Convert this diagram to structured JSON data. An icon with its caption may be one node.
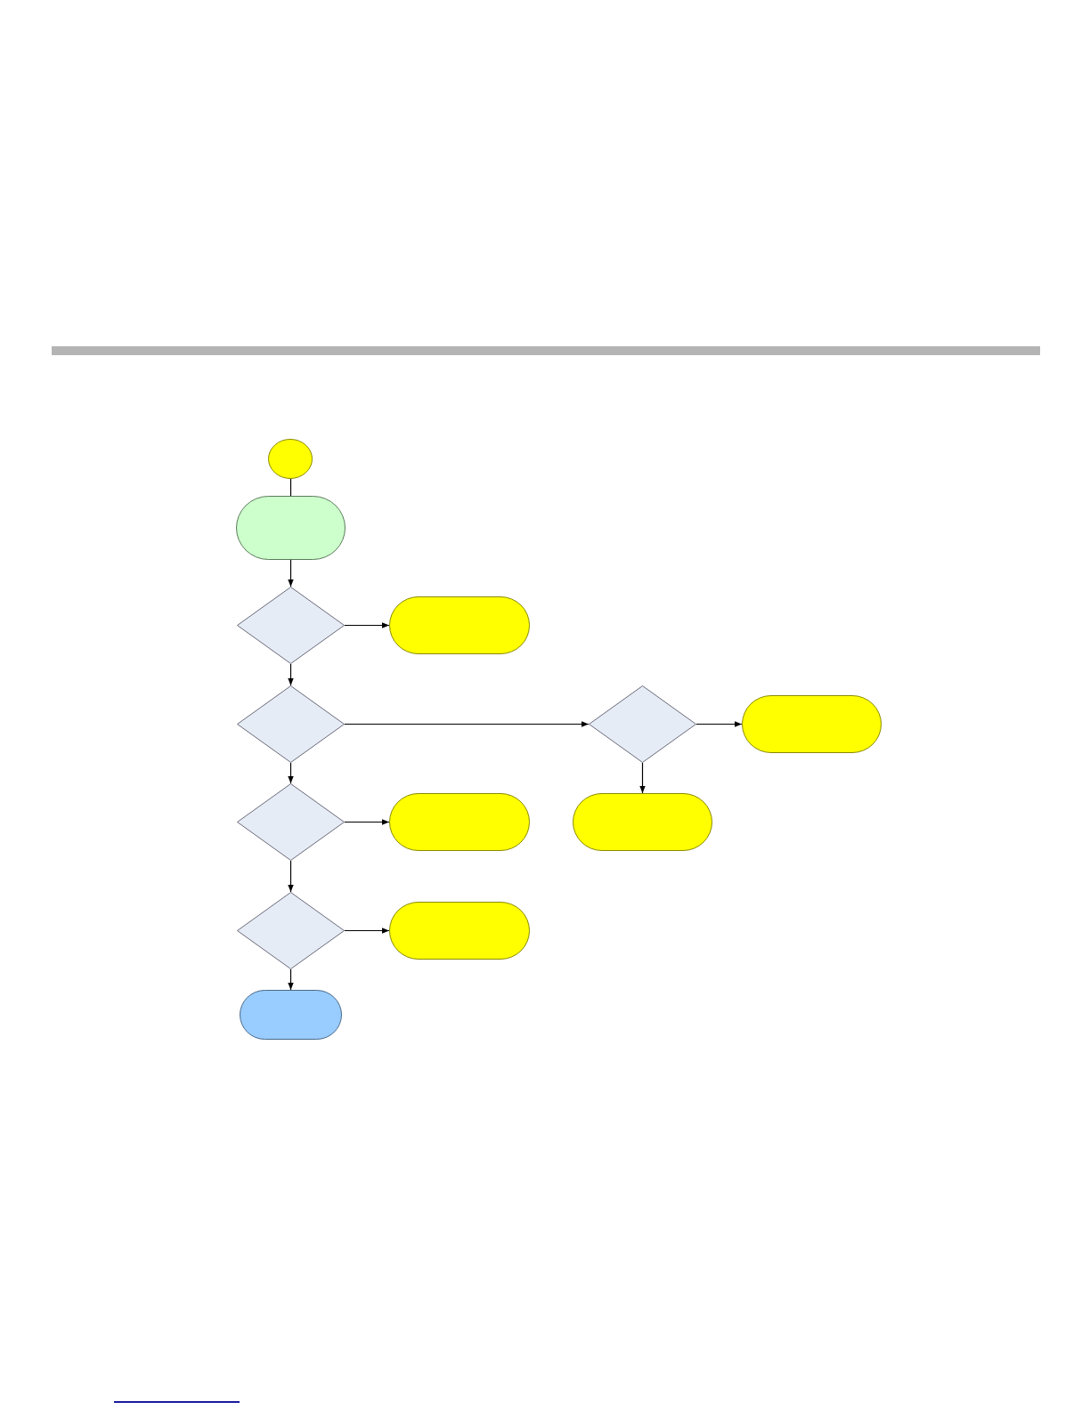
{
  "diagram": {
    "nodes": [
      {
        "text": [],
        "shape": "circle"
      },
      {
        "text": [],
        "shape": "box"
      },
      {
        "text": [],
        "shape": "diamond"
      },
      {
        "text": [],
        "shape": "box"
      },
      {
        "text": [],
        "shape": "diamond"
      },
      {
        "text": [],
        "shape": "diamond"
      },
      {
        "text": [],
        "shape": "box"
      },
      {
        "text": [],
        "shape": "diamond"
      },
      {
        "text": [],
        "shape": "box"
      },
      {
        "text": [],
        "shape": "box"
      },
      {
        "text": [],
        "shape": "diamond"
      },
      {
        "text": [],
        "shape": "box"
      },
      {
        "text": [],
        "shape": "box"
      }
    ],
    "edges": [
      {
        "from": 0,
        "to": 1,
        "arrow": "none"
      },
      {
        "from": 1,
        "to": 2,
        "arrow": "to"
      },
      {
        "from": 2,
        "to": 3,
        "arrow": "to"
      },
      {
        "from": 2,
        "to": 4,
        "arrow": "to"
      },
      {
        "from": 4,
        "to": 5,
        "arrow": "to"
      },
      {
        "from": 5,
        "to": 6,
        "arrow": "to"
      },
      {
        "from": 5,
        "to": 9,
        "arrow": "to"
      },
      {
        "from": 4,
        "to": 7,
        "arrow": "to"
      },
      {
        "from": 7,
        "to": 8,
        "arrow": "to"
      },
      {
        "from": 7,
        "to": 10,
        "arrow": "to"
      },
      {
        "from": 10,
        "to": 11,
        "arrow": "to"
      },
      {
        "from": 10,
        "to": 12,
        "arrow": "to"
      }
    ]
  }
}
